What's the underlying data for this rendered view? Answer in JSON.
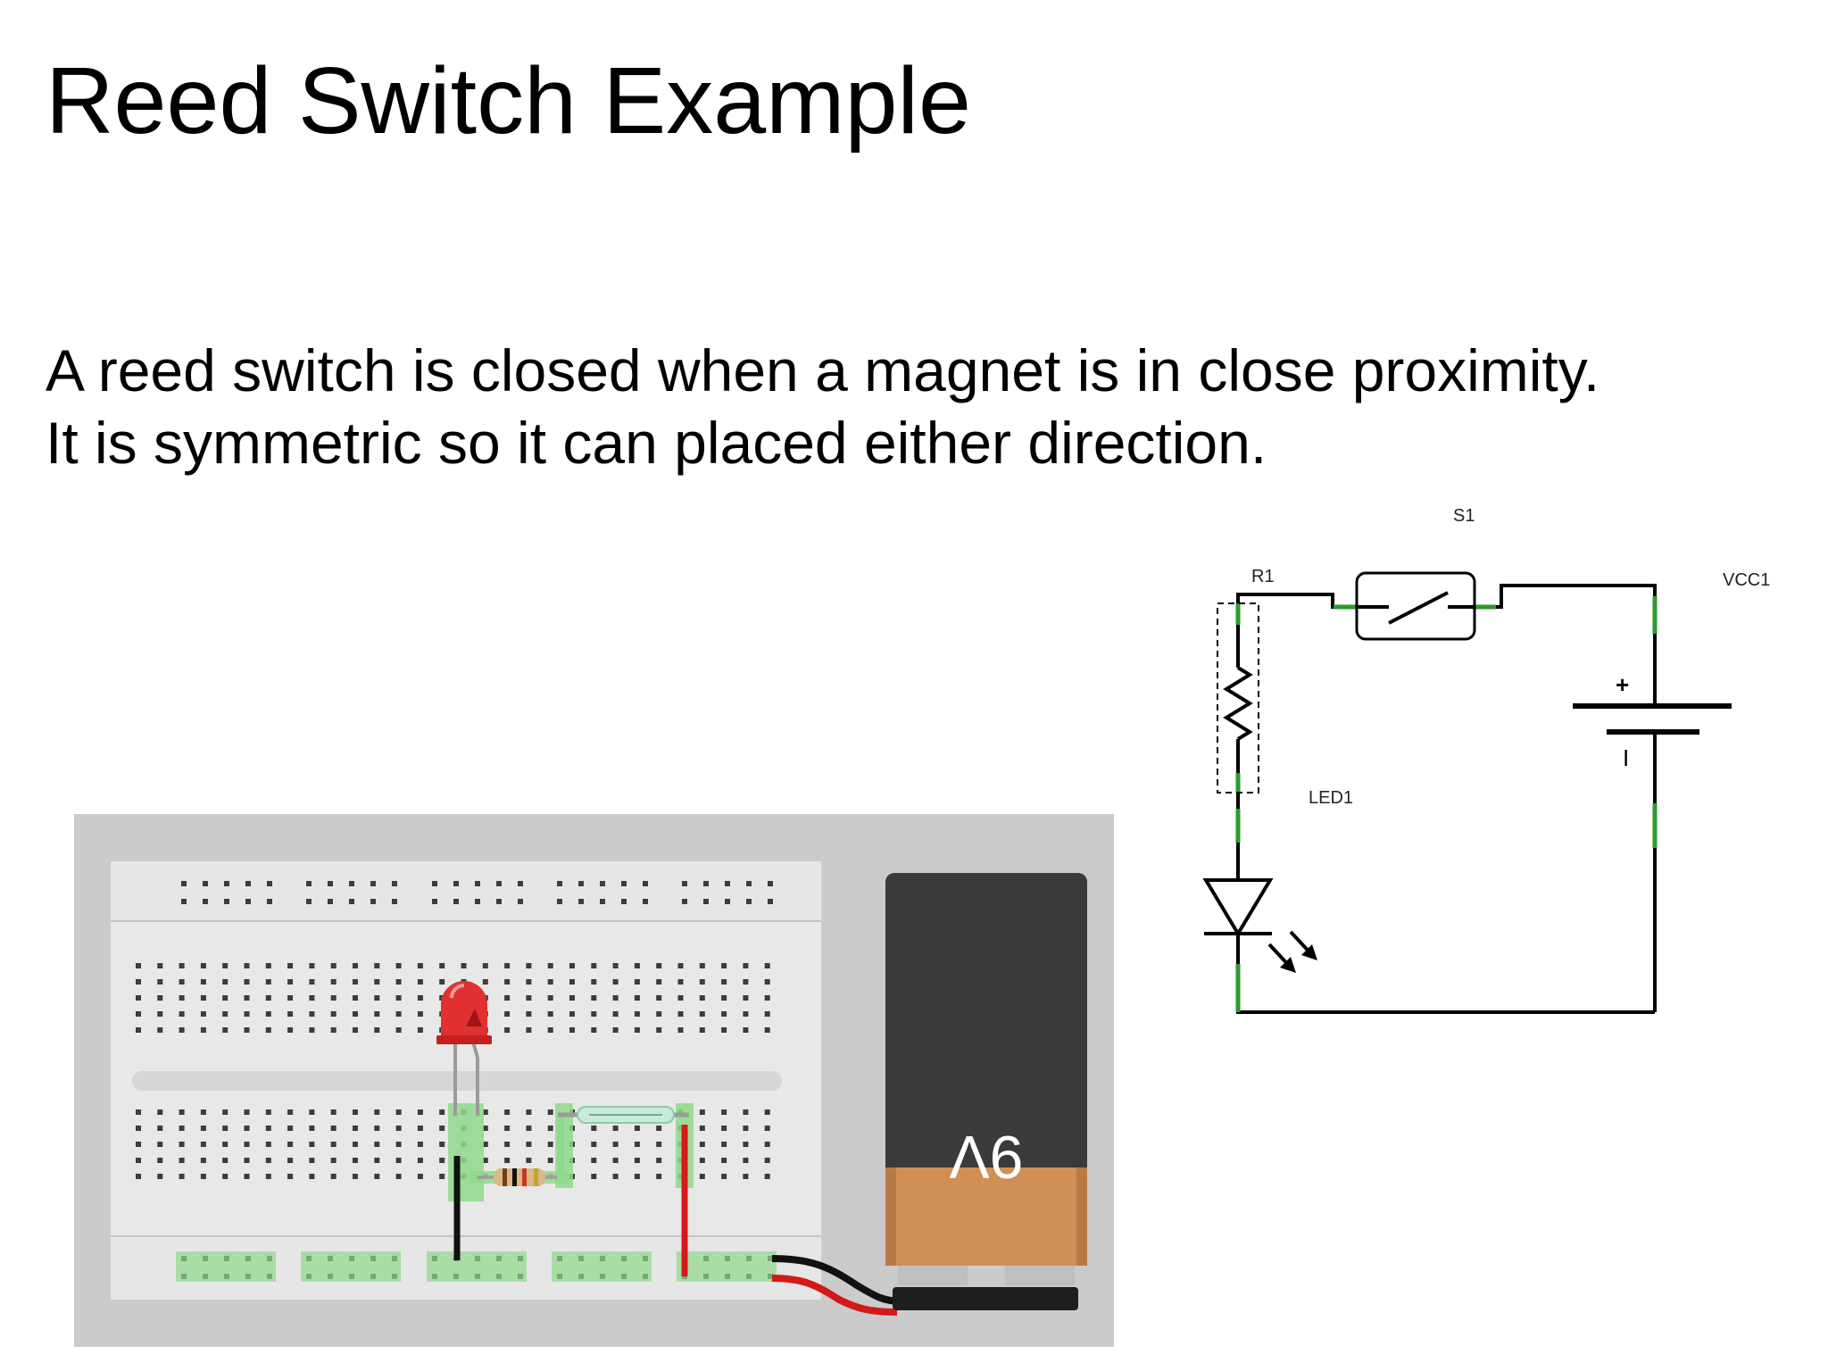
{
  "slide": {
    "title": "Reed Switch Example",
    "body_lines": [
      "A reed switch is closed when a magnet is in close proximity.",
      "It is symmetric so it can placed either direction."
    ]
  },
  "breadboard": {
    "battery_label": "9V"
  },
  "schematic": {
    "labels": {
      "switch": "S1",
      "resistor": "R1",
      "source": "VCC1",
      "led": "LED1",
      "plus": "+",
      "minus": "I"
    }
  },
  "colors": {
    "breadboard_frame": "#cbcbcb",
    "breadboard_body": "#e8e8e8",
    "connection_green": "#8fd98a",
    "battery_black": "#3a3a3a",
    "battery_copper": "#d08f55",
    "led_red": "#e03030",
    "wire_red": "#d41919",
    "wire_black": "#111111"
  }
}
